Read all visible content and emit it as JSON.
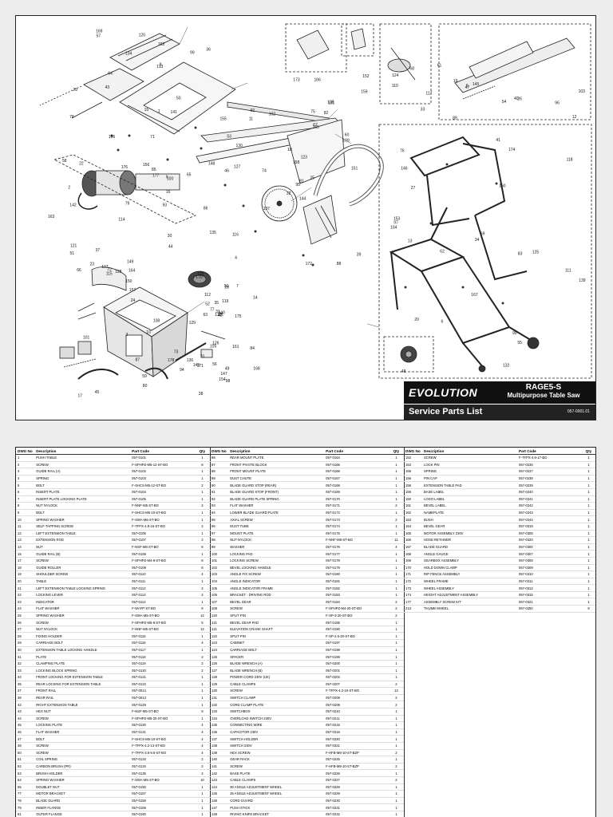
{
  "title_block": {
    "logo": "EVOLUTION",
    "model": "RAGE5-S",
    "product": "Multipurpose Table Saw",
    "list_title": "Service Parts List",
    "doc_code": "057-0001.01"
  },
  "callouts": [
    "1",
    "2",
    "3",
    "4",
    "5",
    "6",
    "7",
    "8",
    "9",
    "10",
    "11",
    "12",
    "13",
    "14",
    "15",
    "16",
    "17",
    "18",
    "19",
    "20",
    "21",
    "22",
    "23",
    "24",
    "25",
    "26",
    "27",
    "28",
    "29",
    "30",
    "31",
    "32",
    "33",
    "34",
    "35",
    "36",
    "37",
    "38",
    "39",
    "40",
    "41",
    "42",
    "43",
    "44",
    "45",
    "46",
    "47",
    "48",
    "49",
    "50",
    "51",
    "52",
    "53",
    "54",
    "55",
    "56",
    "57",
    "58",
    "59",
    "60",
    "61",
    "62",
    "63",
    "64",
    "65",
    "66",
    "67",
    "68",
    "69",
    "70",
    "71",
    "72",
    "73",
    "74",
    "75",
    "76",
    "77",
    "78",
    "79",
    "80",
    "81",
    "82",
    "83",
    "84",
    "85",
    "86",
    "87",
    "88",
    "89",
    "90",
    "91",
    "92",
    "93",
    "94",
    "95",
    "96",
    "97",
    "98",
    "99",
    "100",
    "101",
    "102",
    "103",
    "104",
    "105",
    "106",
    "107",
    "108",
    "109",
    "110",
    "111",
    "112",
    "113",
    "114",
    "115",
    "116",
    "117",
    "118",
    "119",
    "120",
    "121",
    "122",
    "123",
    "124",
    "125",
    "126",
    "127",
    "128",
    "129",
    "130",
    "131",
    "132",
    "133",
    "134",
    "135",
    "136",
    "137",
    "138",
    "139",
    "140",
    "141",
    "142",
    "143",
    "144",
    "145",
    "146",
    "147",
    "148",
    "149",
    "150",
    "151",
    "152",
    "153",
    "154",
    "155",
    "156",
    "157",
    "158",
    "159",
    "160",
    "161",
    "162",
    "163",
    "164",
    "165",
    "166",
    "167",
    "168",
    "169",
    "170",
    "171",
    "172",
    "173",
    "174",
    "175",
    "176",
    "177",
    "178"
  ],
  "table_headers": {
    "dwg": "DWG No",
    "desc": "Description",
    "code": "Part Code",
    "qty": "Qty"
  },
  "parts_col1": [
    [
      "1",
      "PUSH TABLE",
      "057-0101",
      "1"
    ],
    [
      "2",
      "SCREW",
      "F-SPHPZ-M5-12-ST-BO",
      "8"
    ],
    [
      "3",
      "GUIDE RAIL (A)",
      "057-0102",
      "1"
    ],
    [
      "4",
      "SPRING",
      "057-0103",
      "1"
    ],
    [
      "5",
      "BOLT",
      "F-SHCS-M5-12-ST-BO",
      "2"
    ],
    [
      "6",
      "INSERT PLATE",
      "057-0104",
      "1"
    ],
    [
      "7",
      "INSERT PLATE LOCKING PLATE",
      "057-0105",
      "1"
    ],
    [
      "8",
      "NUT NYLOCK",
      "F-NNF-M5-ST-BO",
      "2"
    ],
    [
      "9",
      "BOLT",
      "F-SHCS-M6-10-ST-BO",
      "1"
    ],
    [
      "10",
      "SPRING WASHER",
      "F-SWA-M6-ST-BO",
      "1"
    ],
    [
      "11",
      "SELF-TAPPING SCREW",
      "F-TFPX-4.8-16-ST-BO",
      "2"
    ],
    [
      "12",
      "LEFT EXTENSION TABLE",
      "057-0106",
      "1"
    ],
    [
      "13",
      "EXTENSION ROD",
      "057-0107",
      "2"
    ],
    [
      "14",
      "NUT",
      "F-NSF-M8-ST-BO",
      "8"
    ],
    [
      "15",
      "GUIDE RAIL (B)",
      "057-0108",
      "1"
    ],
    [
      "17",
      "SCREW",
      "F-SPHPZ-M4-8-ST-BO",
      "8"
    ],
    [
      "18",
      "GUIDE ROLLER",
      "057-0109",
      "8"
    ],
    [
      "19",
      "SHOULDER SCREW",
      "057-0110",
      "4"
    ],
    [
      "20",
      "TABLE",
      "057-0111",
      "1"
    ],
    [
      "21",
      "LEFT EXTENSION TABLE LOCKING SPRING",
      "057-0112",
      "2"
    ],
    [
      "22",
      "LOCKING LEVER",
      "057-0113",
      "2"
    ],
    [
      "23",
      "INDICATOR",
      "057-0114",
      "1"
    ],
    [
      "24",
      "FLAT WASHER",
      "F-WAFP-ST-BO",
      "9"
    ],
    [
      "25",
      "SPRING WASHER",
      "F-SWA-M5-ST-BO",
      "12"
    ],
    [
      "26",
      "SCREW",
      "F-SPHPZ-M5-8-ST-BO",
      "5"
    ],
    [
      "27",
      "NUT NYLOCK",
      "F-NNF-M5-ST-BO",
      "12"
    ],
    [
      "28",
      "FIXING HOLDER",
      "057-0115",
      "1"
    ],
    [
      "29",
      "CARRIAGE BOLT",
      "057-0116",
      "4"
    ],
    [
      "30",
      "EXTENSION TABLE LOCKING HANDLE",
      "057-0117",
      "1"
    ],
    [
      "31",
      "PLATE",
      "057-0118",
      "2"
    ],
    [
      "32",
      "CLAMPING PLATE",
      "057-0119",
      "2"
    ],
    [
      "33",
      "LOCKING BLOCK SPRING",
      "057-0120",
      "2"
    ],
    [
      "34",
      "FRONT LOCKING FOR EXTENSION TABLE",
      "057-0121",
      "1"
    ],
    [
      "35",
      "REAR LOCKING FOR EXTENSION TABLE",
      "057-0122",
      "1"
    ],
    [
      "37",
      "FRONT RAIL",
      "057-0014",
      "1"
    ],
    [
      "38",
      "REAR RAIL",
      "057-0013",
      "1"
    ],
    [
      "42",
      "RIGHT EXTENSION TABLE",
      "057-0129",
      "1"
    ],
    [
      "43",
      "HEX NUT",
      "F-NSF-M5-ST-BO",
      "8"
    ],
    [
      "44",
      "SCREW",
      "F-SPHPZ-M5-20-ST-BO",
      "1"
    ],
    [
      "45",
      "LOCKING PLATE",
      "057-0130",
      "4"
    ],
    [
      "46",
      "FLAT WASHER",
      "057-0131",
      "4"
    ],
    [
      "47",
      "BOLT",
      "F-SHCS-M5-10-ST-BO",
      "4"
    ],
    [
      "48",
      "SCREW",
      "F-TFPX-4.2-13-ST-BO",
      "4"
    ],
    [
      "50",
      "SCREW",
      "F-TFPX-3.5-9.5-ST-BO",
      "4"
    ],
    [
      "51",
      "COIL SPRING",
      "057-0133",
      "2"
    ],
    [
      "52",
      "CARBON BRUSH (PR)",
      "057-0134",
      "2"
    ],
    [
      "53",
      "BRUSH HOLDER",
      "057-0135",
      "2"
    ],
    [
      "54",
      "SPRING WASHER",
      "F-SWA-M5-ST-BO",
      "10"
    ],
    [
      "55",
      "DOUBLET NUT",
      "057-0150",
      "1"
    ],
    [
      "77",
      "MOTOR BRACKET",
      "057-0157",
      "1"
    ],
    [
      "78",
      "BLADE GUARD",
      "057-0158",
      "1"
    ],
    [
      "79",
      "INNER FLANGE",
      "057-0159",
      "1"
    ],
    [
      "81",
      "OUTER FLANGE",
      "057-0160",
      "1"
    ]
  ],
  "parts_col2": [
    [
      "86",
      "REAR MOUNT PLATE",
      "057-0164",
      "1"
    ],
    [
      "87",
      "FRONT PIVOTE BLOCK",
      "057-0165",
      "1"
    ],
    [
      "88",
      "FRONT MOUNT PLATE",
      "057-0166",
      "1"
    ],
    [
      "89",
      "DUST CHUTE",
      "057-0167",
      "1"
    ],
    [
      "90",
      "BLADE GUARD STOP (REAR)",
      "057-0168",
      "1"
    ],
    [
      "91",
      "BLADE GUARD STOP (FRONT)",
      "057-0169",
      "1"
    ],
    [
      "92",
      "BLADE GUARD PLATE SPRING",
      "057-0170",
      "1"
    ],
    [
      "93",
      "FLAT WASHER",
      "057-0171",
      "2"
    ],
    [
      "94",
      "LOWER BLADE GUARD PLATE",
      "057-0172",
      "1"
    ],
    [
      "95",
      "AXIAL SCREW",
      "057-0173",
      "2"
    ],
    [
      "96",
      "DUST TUBE",
      "057-0174",
      "1"
    ],
    [
      "97",
      "MOUNT PLATE",
      "057-0175",
      "1"
    ],
    [
      "98",
      "NUT NYLOCK",
      "F-NNF-M8-ST-BO",
      "11"
    ],
    [
      "99",
      "WASHER",
      "057-0176",
      "4"
    ],
    [
      "100",
      "LOCKING PAD",
      "057-0177",
      "1"
    ],
    [
      "101",
      "LOCKING SCREW",
      "057-0178",
      "1"
    ],
    [
      "102",
      "BEVEL LOCKING HANDLE",
      "057-0179",
      "1"
    ],
    [
      "103",
      "ANGLE FIX SCREW",
      "057-0180",
      "1"
    ],
    [
      "104",
      "ANGLE INDICATOR",
      "057-0181",
      "1"
    ],
    [
      "105",
      "ANGLE INDICATOR FRAME",
      "057-0182",
      "1"
    ],
    [
      "106",
      "BRACKET - DRIVING ROD",
      "057-0183",
      "1"
    ],
    [
      "107",
      "BEVEL GEAR",
      "057-0184",
      "2"
    ],
    [
      "108",
      "SCREW",
      "F-SPHPZ-M4-20-ST-BO",
      "2"
    ],
    [
      "120",
      "SPLIT PIN",
      "F-SP-3-20-ST-BO",
      "2"
    ],
    [
      "121",
      "BEVEL GEAR PAD",
      "057-0185",
      "1"
    ],
    [
      "121",
      "ELEVATION CRANK SHAFT",
      "057-0190",
      "1"
    ],
    [
      "122",
      "SPLIT PIN",
      "F-SP-2.5-20-ST-BO",
      "1"
    ],
    [
      "123",
      "CABINET",
      "057-0197",
      "1"
    ],
    [
      "124",
      "CARRIAGE BOLT",
      "057-0198",
      "1"
    ],
    [
      "125",
      "SPACER",
      "057-0199",
      "1"
    ],
    [
      "126",
      "BLADE WRENCH (A)",
      "057-0200",
      "1"
    ],
    [
      "127",
      "BLADE WRENCH (B)",
      "057-0201",
      "1"
    ],
    [
      "128",
      "POWER CORD 230V (UK)",
      "057-0202",
      "1"
    ],
    [
      "129",
      "CABLE CLAMPS",
      "057-0207",
      "2"
    ],
    [
      "130",
      "SCREW",
      "F-TFPX-4.2-10-ST-BO",
      "13"
    ],
    [
      "131",
      "SWITCH CLAMP",
      "057-0208",
      "2"
    ],
    [
      "132",
      "CORD CLAMP PLATE",
      "057-0209",
      "2"
    ],
    [
      "133",
      "SWITCHBOX",
      "057-0210",
      "1"
    ],
    [
      "134",
      "OVERLOAD SWITCH 230V",
      "057-0211",
      "1"
    ],
    [
      "135",
      "CONNECTING WIRE",
      "057-0215",
      "1"
    ],
    [
      "136",
      "CAPACITOR 230V",
      "057-0216",
      "1"
    ],
    [
      "137",
      "SWITCH HOLDER",
      "057-0220",
      "1"
    ],
    [
      "138",
      "SWITCH 230V",
      "057-0221",
      "1"
    ],
    [
      "139",
      "HEX SCREW",
      "F-HFB-M8-10-ST-BZP",
      "2"
    ],
    [
      "140",
      "GEAR RACK",
      "057-0225",
      "1"
    ],
    [
      "141",
      "SCREW",
      "F-HFB-M8-10-ST-BZP",
      "2"
    ],
    [
      "142",
      "BASE PLATE",
      "057-0226",
      "1"
    ],
    [
      "143",
      "CABLE CLAMPS",
      "057-0227",
      "2"
    ],
    [
      "144",
      "90 ANGLE ADJUSTMENT WHEEL",
      "057-0228",
      "1"
    ],
    [
      "145",
      "45 ANGLE ADJUSTMENT WHEEL",
      "057-0229",
      "1"
    ],
    [
      "146",
      "CORD GUARD",
      "057-0230",
      "1"
    ],
    [
      "147",
      "PUSH STICK",
      "057-0231",
      "1"
    ],
    [
      "148",
      "RIVING KNIFE BRACKET",
      "057-0232",
      "1"
    ]
  ],
  "parts_col3": [
    [
      "152",
      "SCREW",
      "F-TFPX-4.8-17-BO",
      "1"
    ],
    [
      "153",
      "LOCK PIN",
      "057-0236",
      "1"
    ],
    [
      "155",
      "SPRING",
      "057-0237",
      "1"
    ],
    [
      "156",
      "PIN CAP",
      "057-0238",
      "1"
    ],
    [
      "158",
      "EXTENSION TABLE PAD",
      "057-0239",
      "1"
    ],
    [
      "159",
      "BASE LABEL",
      "057-0240",
      "1"
    ],
    [
      "160",
      "LOGO LABEL",
      "057-0241",
      "1"
    ],
    [
      "161",
      "BEVEL LABEL",
      "057-0242",
      "1"
    ],
    [
      "162",
      "NAMEPLATE",
      "057-0243",
      "1"
    ],
    [
      "163",
      "BUSH",
      "057-0244",
      "1"
    ],
    [
      "164",
      "BEVEL GEAR",
      "057-0319",
      "1"
    ],
    [
      "165",
      "MOTOR ASSEMBLY 230V",
      "057-0305",
      "1"
    ],
    [
      "166",
      "HOSE RETAINER",
      "057-0320",
      "1"
    ],
    [
      "167",
      "BLADE GUARD",
      "057-0300",
      "1"
    ],
    [
      "168",
      "ANGLE GAUGE",
      "057-0307",
      "1"
    ],
    [
      "169",
      "GEARBOX ASSEMBLY",
      "057-0308",
      "1"
    ],
    [
      "170",
      "HOLD DOWN CLAMP",
      "057-0309",
      "1"
    ],
    [
      "171",
      "RIP FENCE ASSEMBLY",
      "057-0310",
      "1"
    ],
    [
      "172",
      "WHEEL FRAME",
      "057-0311",
      "1"
    ],
    [
      "173",
      "WHEEL ASSEMBLY",
      "057-0312",
      "1"
    ],
    [
      "174",
      "HEIGHT ADJUSTMENT ASSEMBLY",
      "057-0315",
      "1"
    ],
    [
      "177",
      "ASSEMBLY SCREW KIT",
      "057-0321",
      "1"
    ],
    [
      "213",
      "THUMB WHEEL",
      "057-0250",
      "8"
    ]
  ]
}
